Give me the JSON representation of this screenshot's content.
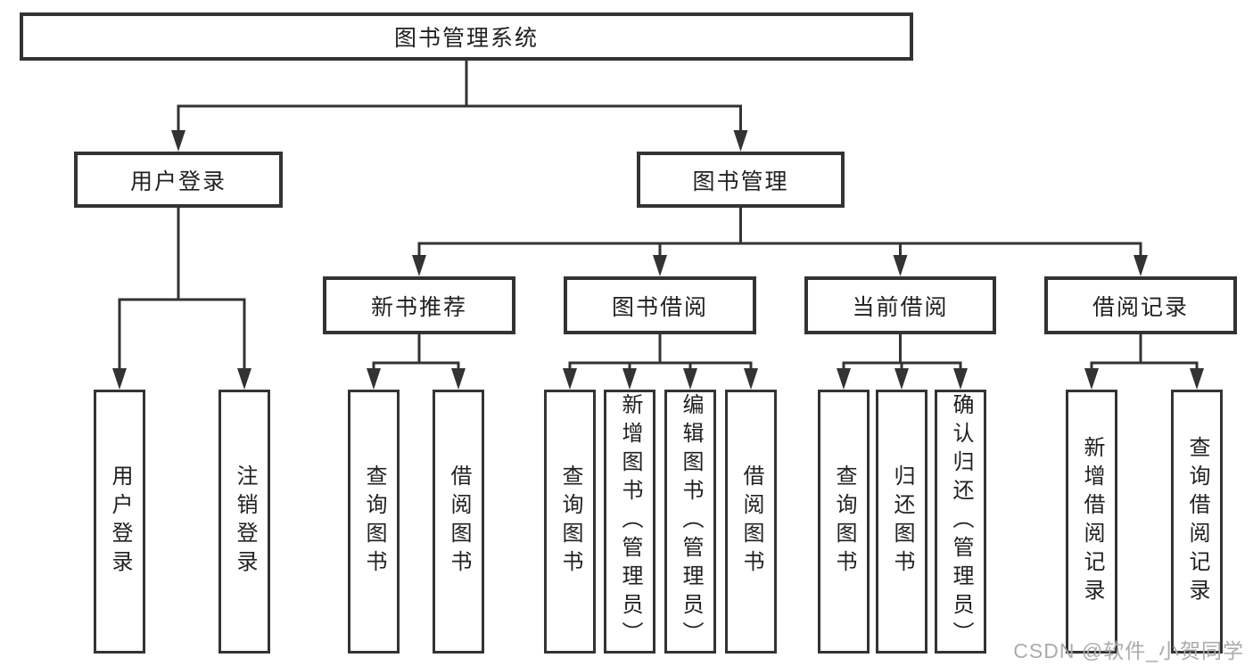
{
  "diagram": {
    "colors": {
      "background": "#ffffff",
      "line": "#333333",
      "text": "#212121",
      "watermark": "#a9acae"
    },
    "watermark": {
      "text": "CSDN @软件_小贺同学"
    },
    "nodes": [
      {
        "id": "root",
        "label": "图书管理系统",
        "parent": null,
        "orientation": "horizontal"
      },
      {
        "id": "user-login",
        "label": "用户登录",
        "parent": "root",
        "orientation": "horizontal"
      },
      {
        "id": "book-management",
        "label": "图书管理",
        "parent": "root",
        "orientation": "horizontal"
      },
      {
        "id": "new-book-recommend",
        "label": "新书推荐",
        "parent": "book-management",
        "orientation": "horizontal"
      },
      {
        "id": "book-borrow",
        "label": "图书借阅",
        "parent": "book-management",
        "orientation": "horizontal"
      },
      {
        "id": "current-borrow",
        "label": "当前借阅",
        "parent": "book-management",
        "orientation": "horizontal"
      },
      {
        "id": "borrow-records",
        "label": "借阅记录",
        "parent": "book-management",
        "orientation": "horizontal"
      },
      {
        "id": "leaf-user-login",
        "label": "用户登录",
        "parent": "user-login",
        "orientation": "vertical"
      },
      {
        "id": "leaf-logout",
        "label": "注销登录",
        "parent": "user-login",
        "orientation": "vertical"
      },
      {
        "id": "leaf-query-book-rec",
        "label": "查询图书",
        "parent": "new-book-recommend",
        "orientation": "vertical"
      },
      {
        "id": "leaf-borrow-book-rec",
        "label": "借阅图书",
        "parent": "new-book-recommend",
        "orientation": "vertical"
      },
      {
        "id": "leaf-query-book-borrow",
        "label": "查询图书",
        "parent": "book-borrow",
        "orientation": "vertical"
      },
      {
        "id": "leaf-add-book",
        "label": "新增图书（管理员）",
        "parent": "book-borrow",
        "orientation": "vertical"
      },
      {
        "id": "leaf-edit-book",
        "label": "编辑图书（管理员）",
        "parent": "book-borrow",
        "orientation": "vertical"
      },
      {
        "id": "leaf-borrow-book",
        "label": "借阅图书",
        "parent": "book-borrow",
        "orientation": "vertical"
      },
      {
        "id": "leaf-query-book-current",
        "label": "查询图书",
        "parent": "current-borrow",
        "orientation": "vertical"
      },
      {
        "id": "leaf-return-book",
        "label": "归还图书",
        "parent": "current-borrow",
        "orientation": "vertical"
      },
      {
        "id": "leaf-confirm-return",
        "label": "确认归还（管理员）",
        "parent": "current-borrow",
        "orientation": "vertical"
      },
      {
        "id": "leaf-add-borrow-record",
        "label": "新增借阅记录",
        "parent": "borrow-records",
        "orientation": "vertical"
      },
      {
        "id": "leaf-query-borrow-record",
        "label": "查询借阅记录",
        "parent": "borrow-records",
        "orientation": "vertical"
      }
    ]
  }
}
